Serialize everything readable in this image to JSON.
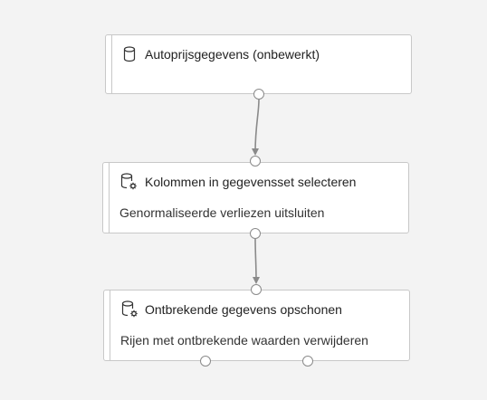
{
  "colors": {
    "canvas_bg": "#f3f3f3",
    "module_bg": "#ffffff",
    "module_border": "#c8c8c8",
    "wire": "#8a8a8a",
    "text": "#222222"
  },
  "modules": [
    {
      "icon": "database-icon",
      "title": "Autoprijsgegevens (onbewerkt)",
      "description": ""
    },
    {
      "icon": "database-gear-icon",
      "title": "Kolommen in gegevensset selecteren",
      "description": "Genormaliseerde verliezen uitsluiten"
    },
    {
      "icon": "database-gear-icon",
      "title": "Ontbrekende gegevens opschonen",
      "description": "Rijen met ontbrekende waarden verwijderen"
    }
  ]
}
